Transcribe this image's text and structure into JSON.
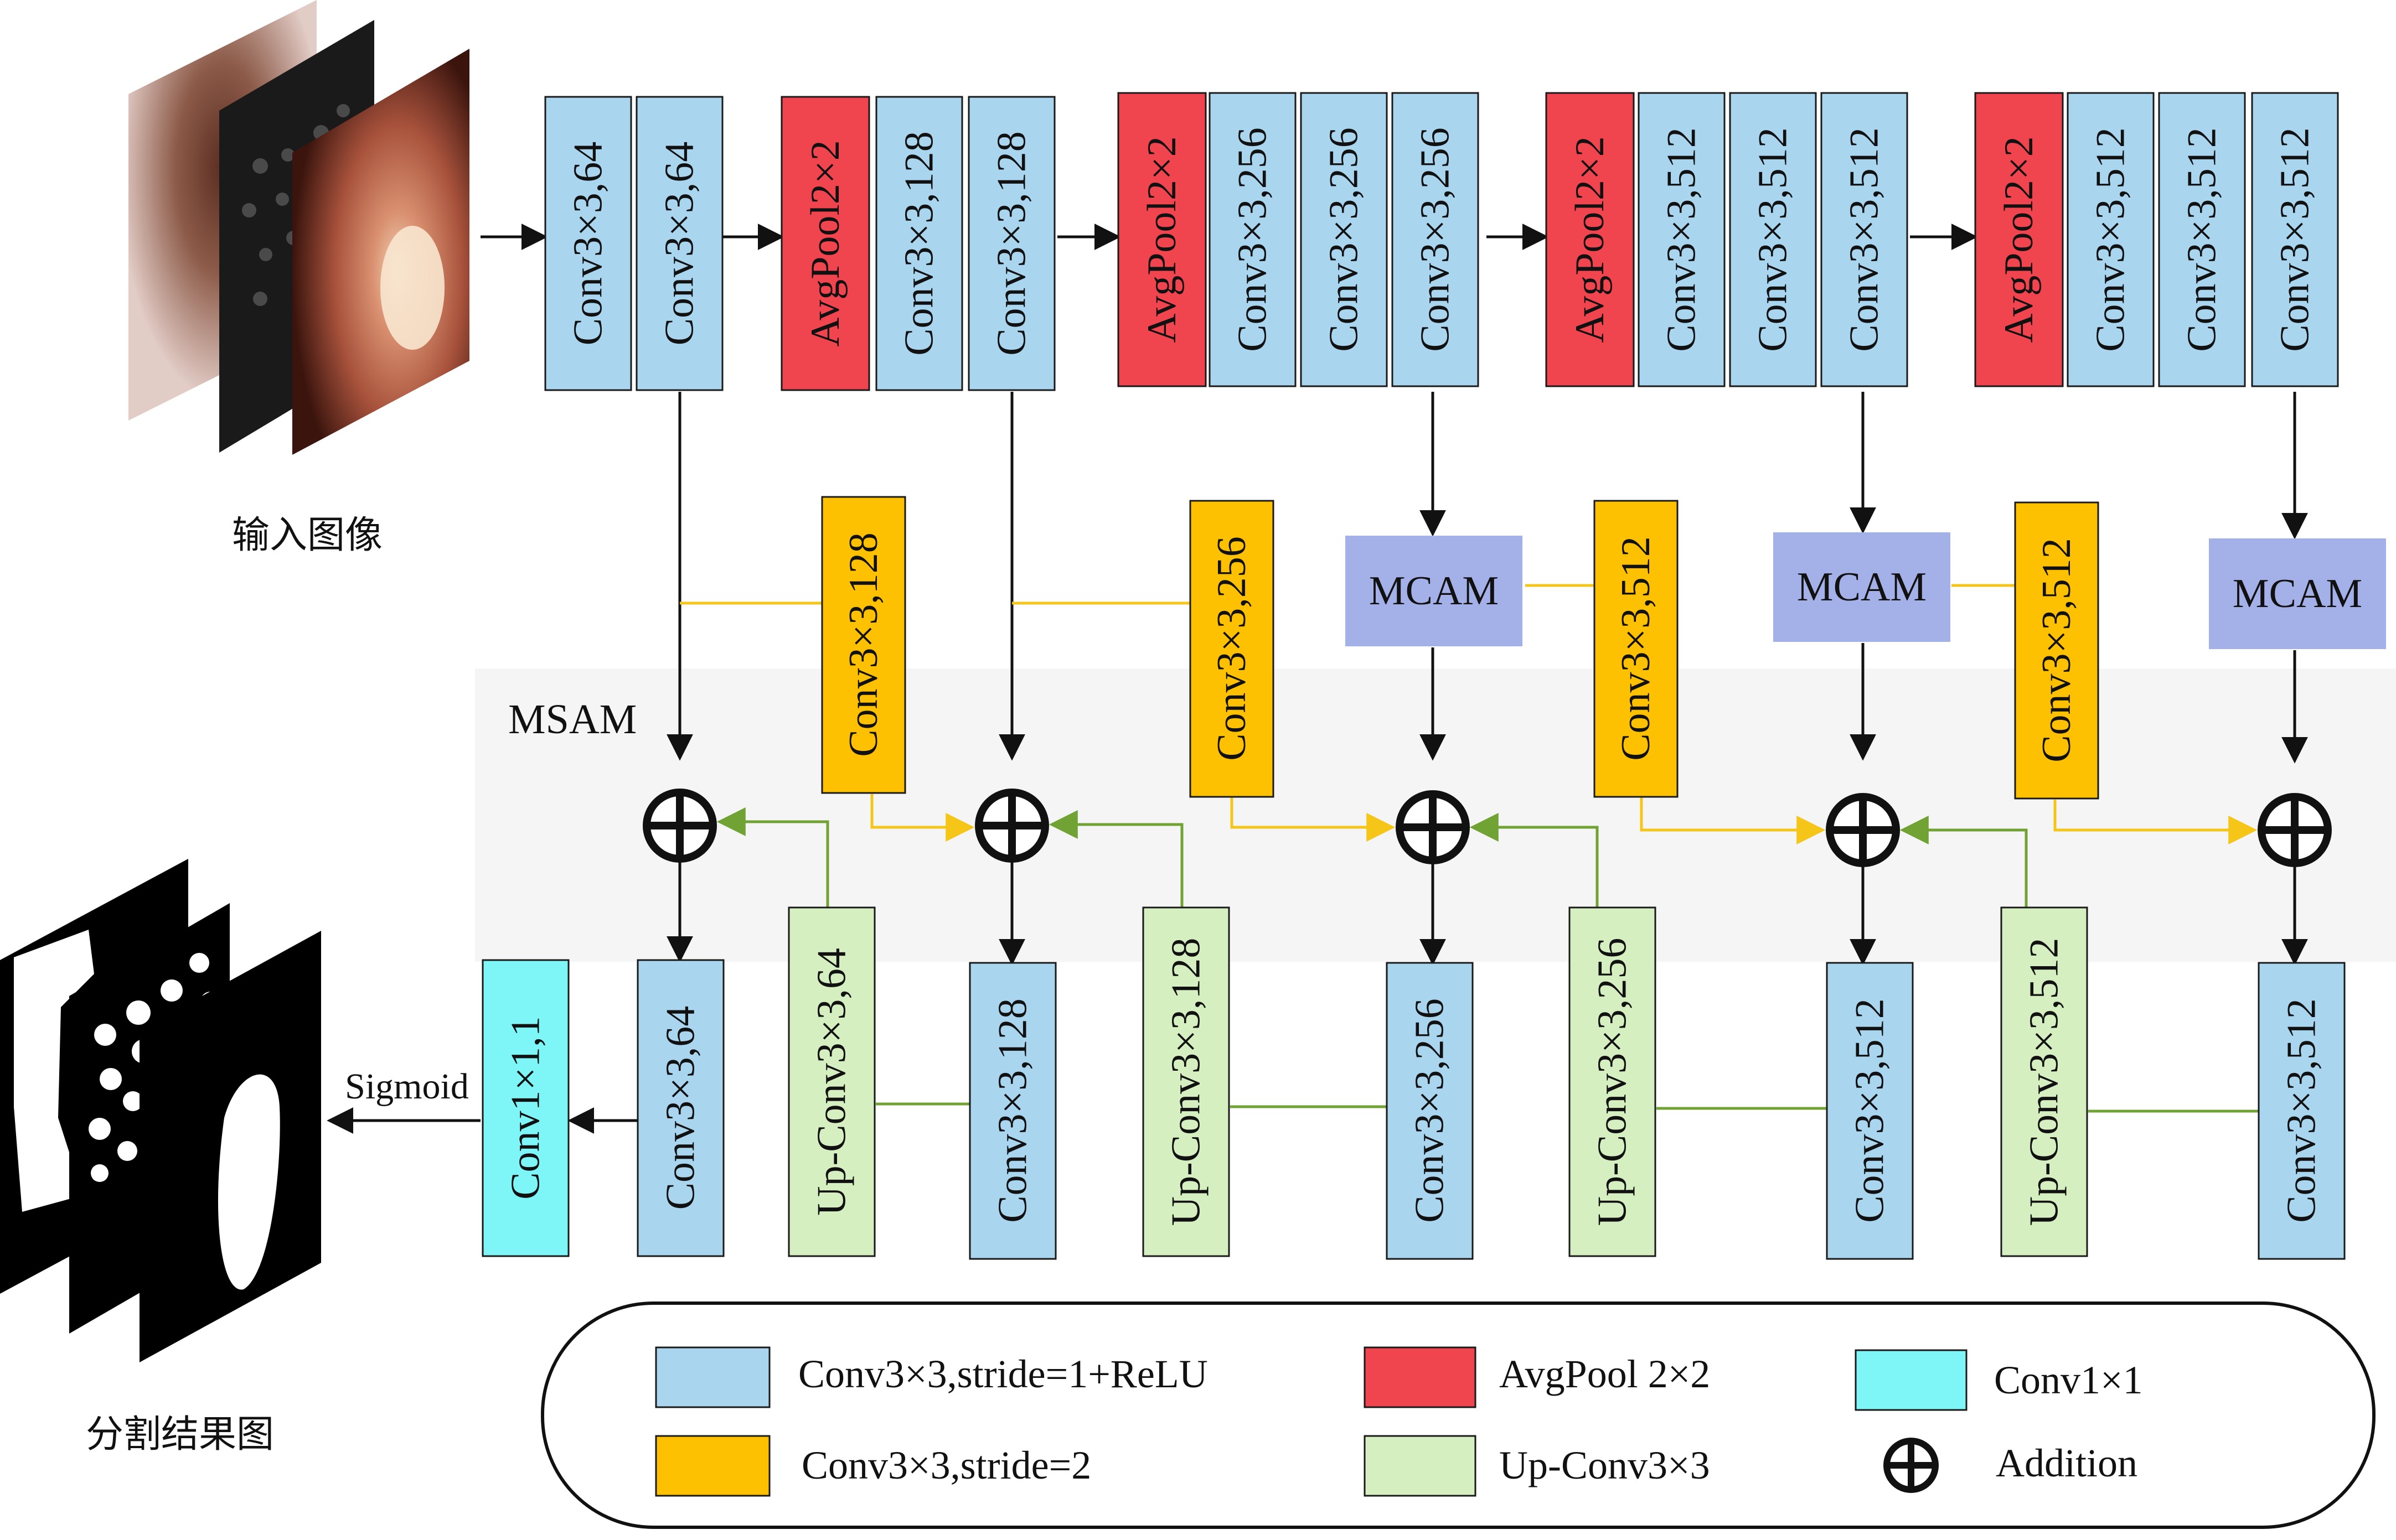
{
  "diagram": {
    "input_caption": "输入图像",
    "output_caption": "分割结果图",
    "msam_label": "MSAM",
    "sigmoid_label": "Sigmoid",
    "encoder": {
      "stage1": [
        "Conv3×3,64",
        "Conv3×3,64"
      ],
      "stage2": [
        "AvgPool2×2",
        "Conv3×3,128",
        "Conv3×3,128"
      ],
      "stage3": [
        "AvgPool2×2",
        "Conv3×3,256",
        "Conv3×3,256",
        "Conv3×3,256"
      ],
      "stage4": [
        "AvgPool2×2",
        "Conv3×3,512",
        "Conv3×3,512",
        "Conv3×3,512"
      ],
      "stage5": [
        "AvgPool2×2",
        "Conv3×3,512",
        "Conv3×3,512",
        "Conv3×3,512"
      ]
    },
    "mcam_labels": [
      "MCAM",
      "MCAM",
      "MCAM"
    ],
    "strided_convs": [
      "Conv3×3,128",
      "Conv3×3,256",
      "Conv3×3,512",
      "Conv3×3,512"
    ],
    "decoder_convs": [
      "Conv3×3,64",
      "Conv3×3,128",
      "Conv3×3,256",
      "Conv3×3,512",
      "Conv3×3,512"
    ],
    "upconvs": [
      "Up-Conv3×3,64",
      "Up-Conv3×3,128",
      "Up-Conv3×3,256",
      "Up-Conv3×3,512"
    ],
    "final_conv": "Conv1×1,1"
  },
  "legend": {
    "items": [
      {
        "label": "Conv3×3,stride=1+ReLU",
        "color": "#a9d5ef"
      },
      {
        "label": "AvgPool 2×2",
        "color": "#f0444e"
      },
      {
        "label": "Conv1×1",
        "color": "#7ef6f8"
      },
      {
        "label": "Conv3×3,stride=2",
        "color": "#fdc101"
      },
      {
        "label": "Up-Conv3×3",
        "color": "#d5efc0"
      },
      {
        "label": "Addition",
        "color": "#000000"
      }
    ]
  },
  "colors": {
    "conv": "#a9d5ef",
    "avgpool": "#f0444e",
    "conv1x1": "#7ef6f8",
    "stride2": "#fdc101",
    "upconv": "#d5efc0",
    "mcam": "#a4b1e8",
    "msam_band": "#f5f5f5",
    "yellow_line": "#f5c518",
    "green_line": "#70a334"
  }
}
